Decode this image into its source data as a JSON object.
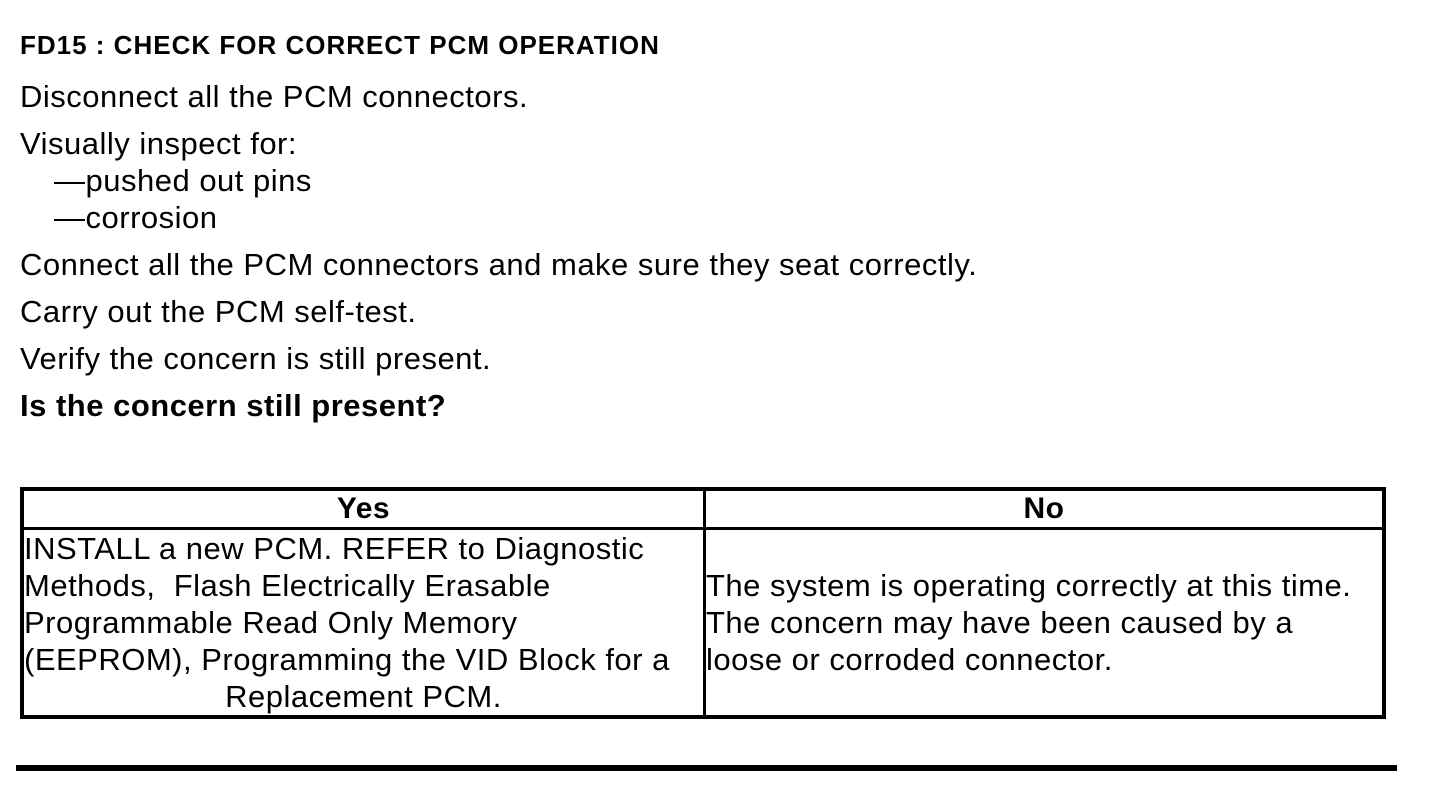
{
  "document": {
    "title": "FD15 : CHECK FOR CORRECT PCM OPERATION",
    "steps": {
      "disconnect": "Disconnect all the PCM connectors.",
      "inspect_intro": "Visually inspect for:",
      "inspect_items": {
        "pins": "—pushed out pins",
        "corrosion": "—corrosion"
      },
      "connect": "Connect all the PCM connectors and make sure they seat correctly.",
      "self_test": "Carry out the PCM self-test.",
      "verify": "Verify the concern is still present.",
      "question": "Is the concern still present?"
    },
    "decision_table": {
      "headers": [
        "Yes",
        "No"
      ],
      "yes_action_lines": "INSTALL a new PCM. REFER to Diagnostic\nMethods,  Flash Electrically Erasable\nProgrammable Read Only Memory\n(EEPROM), Programming the VID Block for a",
      "yes_action_last_line": "Replacement PCM.",
      "no_action_lines": "The system is operating correctly at this time.\nThe concern may have been caused by a\nloose or corroded connector."
    },
    "colors": {
      "text": "#000000",
      "background": "#ffffff",
      "border": "#000000"
    }
  }
}
